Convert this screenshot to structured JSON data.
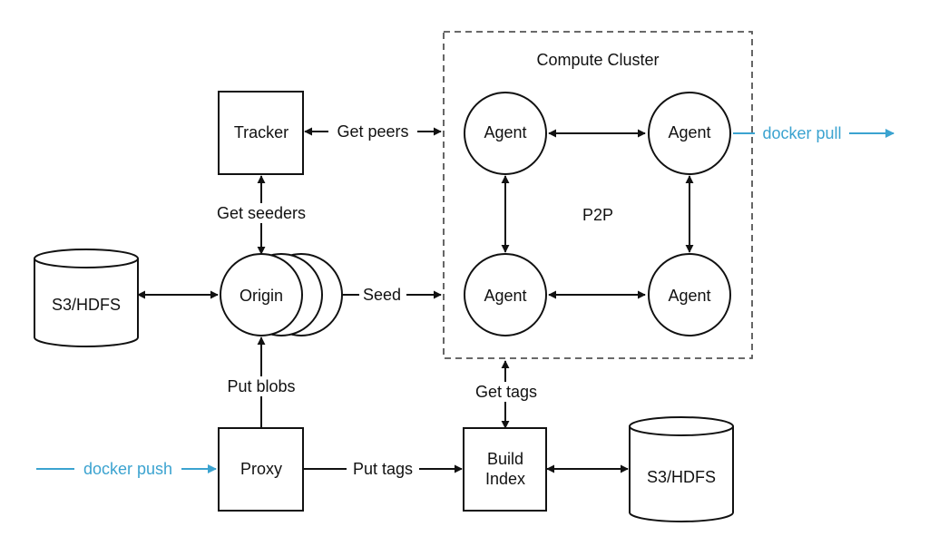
{
  "cluster": {
    "title": "Compute Cluster",
    "p2p_label": "P2P"
  },
  "nodes": {
    "tracker": "Tracker",
    "origin": "Origin",
    "s3_left": "S3/HDFS",
    "proxy": "Proxy",
    "build_index_line1": "Build",
    "build_index_line2": "Index",
    "s3_right": "S3/HDFS",
    "agent_tl": "Agent",
    "agent_tr": "Agent",
    "agent_bl": "Agent",
    "agent_br": "Agent"
  },
  "edges": {
    "get_peers": "Get peers",
    "get_seeders": "Get seeders",
    "seed": "Seed",
    "put_blobs": "Put blobs",
    "put_tags": "Put tags",
    "get_tags": "Get tags",
    "docker_push": "docker push",
    "docker_pull": "docker pull"
  },
  "colors": {
    "line": "#111111",
    "docker_flow": "#3ba3d0",
    "cluster_border": "#555555"
  }
}
